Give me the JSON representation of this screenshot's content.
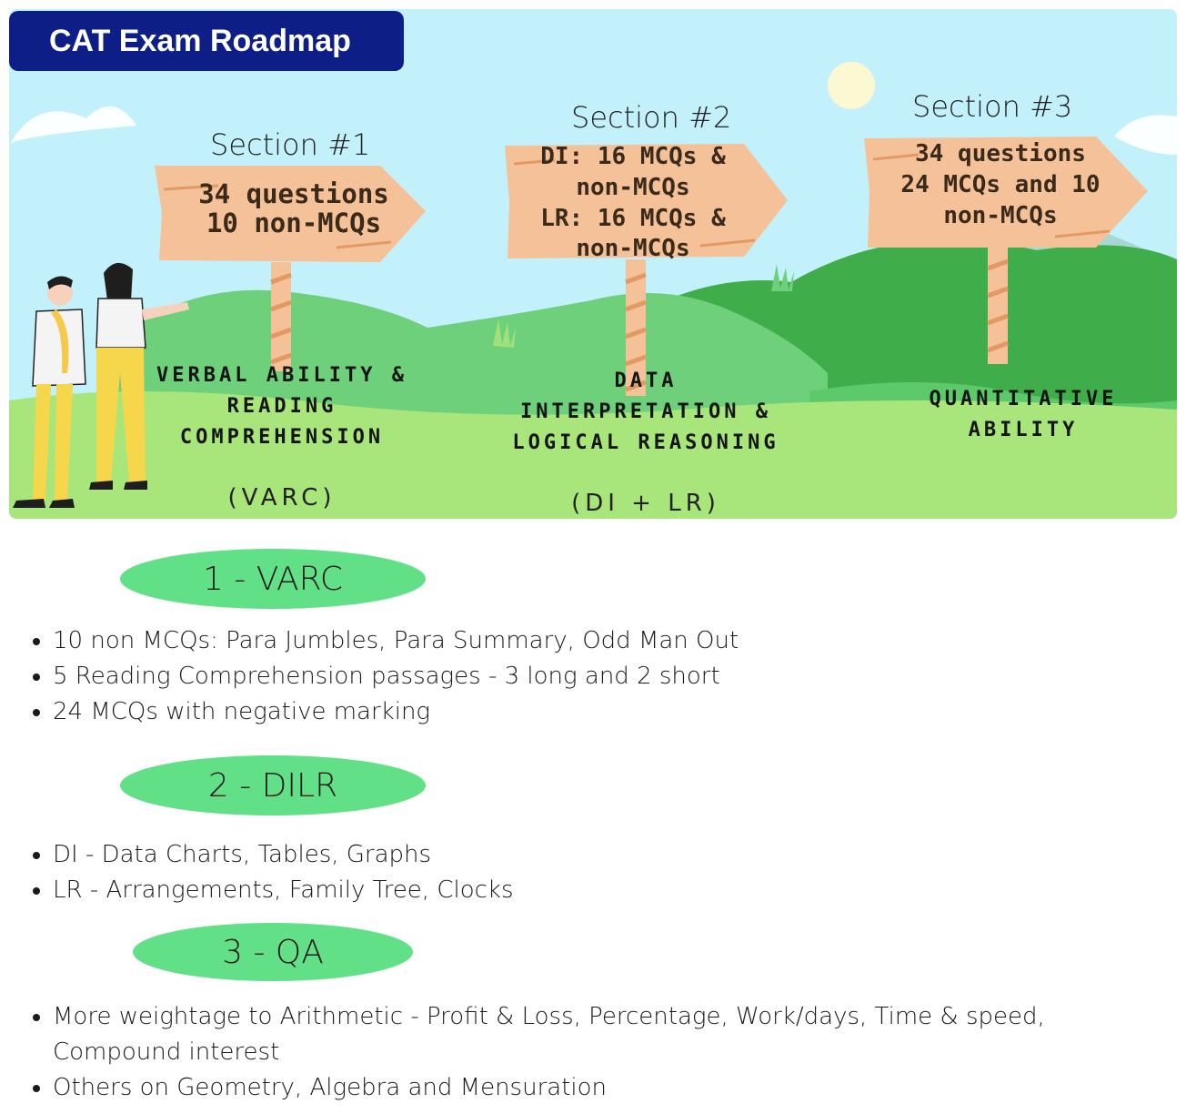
{
  "header": {
    "title": "CAT Exam Roadmap"
  },
  "banner": {
    "sections": [
      {
        "label": "Section #1",
        "sign_lines": [
          "34 questions",
          "10 non-MCQs"
        ],
        "name_lines": [
          "VERBAL ABILITY &",
          "READING",
          "COMPREHENSION"
        ],
        "abbr": "(VARC)"
      },
      {
        "label": "Section #2",
        "sign_lines": [
          "DI: 16 MCQs &",
          "non-MCQs",
          "LR: 16 MCQs &",
          "non-MCQs"
        ],
        "name_lines": [
          "DATA",
          "INTERPRETATION &",
          "LOGICAL REASONING"
        ],
        "abbr": "(DI + LR)"
      },
      {
        "label": "Section #3",
        "sign_lines": [
          "34 questions",
          "24 MCQs and 10",
          "non-MCQs"
        ],
        "name_lines": [
          "QUANTITATIVE",
          "ABILITY"
        ],
        "abbr": ""
      }
    ]
  },
  "details": [
    {
      "heading": "1 - VARC",
      "items": [
        "10 non MCQs: Para Jumbles, Para Summary, Odd Man Out",
        "5 Reading Comprehension passages - 3 long and 2 short",
        "24 MCQs with negative marking"
      ]
    },
    {
      "heading": "2 - DILR",
      "items": [
        "DI - Data Charts, Tables, Graphs",
        "LR - Arrangements, Family Tree, Clocks"
      ]
    },
    {
      "heading": "3 - QA",
      "items": [
        "More weightage to Arithmetic - Profit & Loss, Percentage, Work/days, Time & speed, Compound interest",
        "Others on Geometry, Algebra and Mensuration"
      ]
    }
  ],
  "colors": {
    "sky": "#c3f1fb",
    "hill_light": "#a8e57a",
    "hill_mid": "#6ed07a",
    "hill_dark": "#3fae4a",
    "sign": "#f5c198",
    "pill": "#62e087",
    "title_bg": "#0d1f86"
  }
}
